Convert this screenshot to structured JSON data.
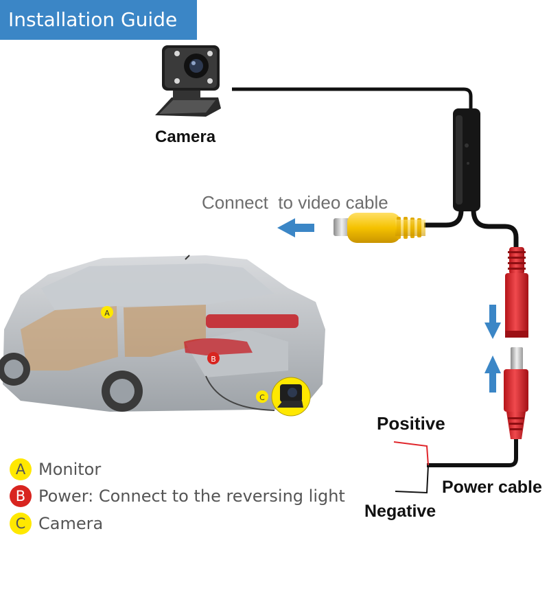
{
  "header": {
    "title": "Installation Guide"
  },
  "labels": {
    "camera": "Camera",
    "video": "Connect  to video cable",
    "positive": "Positive",
    "negative": "Negative",
    "power_cable": "Power cable"
  },
  "car_markers": {
    "a": "A",
    "b": "B",
    "c": "C"
  },
  "legend": {
    "items": [
      {
        "letter": "A",
        "text": "Monitor"
      },
      {
        "letter": "B",
        "text": "Power: Connect to the reversing light"
      },
      {
        "letter": "C",
        "text": "Camera"
      }
    ]
  },
  "colors": {
    "header_bg": "#3b86c6",
    "arrow_blue": "#3b86c6",
    "rca_yellow": "#f5c200",
    "dc_red": "#e0262b",
    "badge_yellow": "#ffe800",
    "badge_red": "#d8241f"
  }
}
